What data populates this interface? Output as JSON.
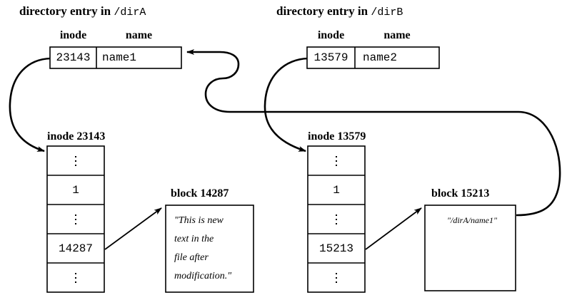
{
  "diagram": {
    "title_left": {
      "prefix": "directory entry in ",
      "path": "/dirA"
    },
    "title_right": {
      "prefix": "directory entry in ",
      "path": "/dirB"
    },
    "column_headers": {
      "inode": "inode",
      "name": "name"
    },
    "dir_entries": [
      {
        "id": "dirA",
        "inode": "23143",
        "name": "name1"
      },
      {
        "id": "dirB",
        "inode": "13579",
        "name": "name2"
      }
    ],
    "inode_tables": [
      {
        "id": "inode-23143",
        "label": "inode 23143",
        "rows": [
          "dots",
          "1",
          "dots",
          "14287",
          "dots"
        ],
        "link_count": "1",
        "block_pointer": "14287"
      },
      {
        "id": "inode-13579",
        "label": "inode 13579",
        "rows": [
          "dots",
          "1",
          "dots",
          "15213",
          "dots"
        ],
        "link_count": "1",
        "block_pointer": "15213"
      }
    ],
    "blocks": [
      {
        "id": "block-14287",
        "label": "block 14287",
        "lines": [
          "\"This is new",
          "text in the",
          "file after",
          "modification.\""
        ]
      },
      {
        "id": "block-15213",
        "label": "block 15213",
        "lines": [
          "\"/dirA/name1\""
        ]
      }
    ],
    "colors": {
      "stroke": "#000000",
      "background": "#ffffff"
    }
  }
}
